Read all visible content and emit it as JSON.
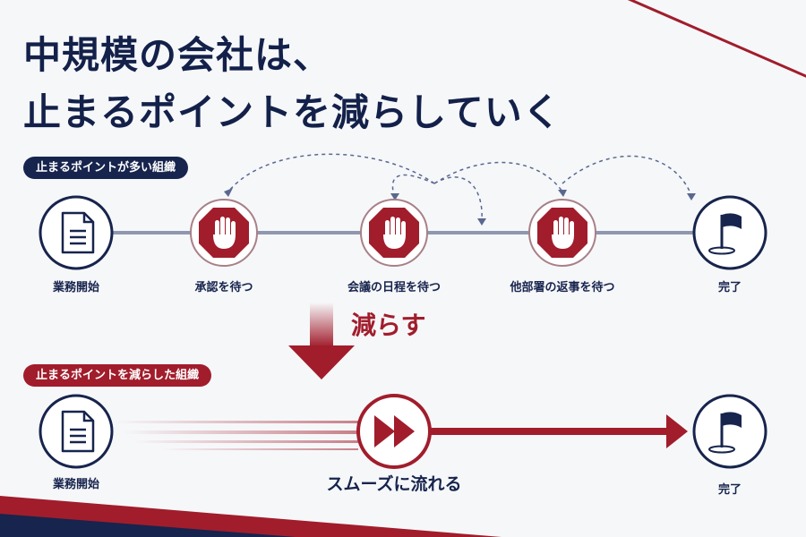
{
  "title": {
    "line1": "中規模の会社は、",
    "line2": "止まるポイントを減らしていく"
  },
  "top_flow": {
    "badge": "止まるポイントが多い組織",
    "nodes": [
      {
        "label": "業務開始",
        "icon": "document-icon"
      },
      {
        "label": "承認を待つ",
        "icon": "stop-hand-icon"
      },
      {
        "label": "会議の日程を待つ",
        "icon": "stop-hand-icon"
      },
      {
        "label": "他部署の返事を待つ",
        "icon": "stop-hand-icon"
      },
      {
        "label": "完了",
        "icon": "goal-flag-icon"
      }
    ]
  },
  "transition": {
    "label": "減らす"
  },
  "bottom_flow": {
    "badge": "止まるポイントを減らした組織",
    "start_label": "業務開始",
    "middle_label": "スムーズに流れる",
    "end_label": "完了",
    "icons": [
      "document-icon",
      "fast-forward-icon",
      "goal-flag-icon"
    ]
  },
  "colors": {
    "navy": "#17244d",
    "red": "#a11d2c",
    "gray_line": "#8f97b0",
    "background": "#f6f7f9"
  }
}
